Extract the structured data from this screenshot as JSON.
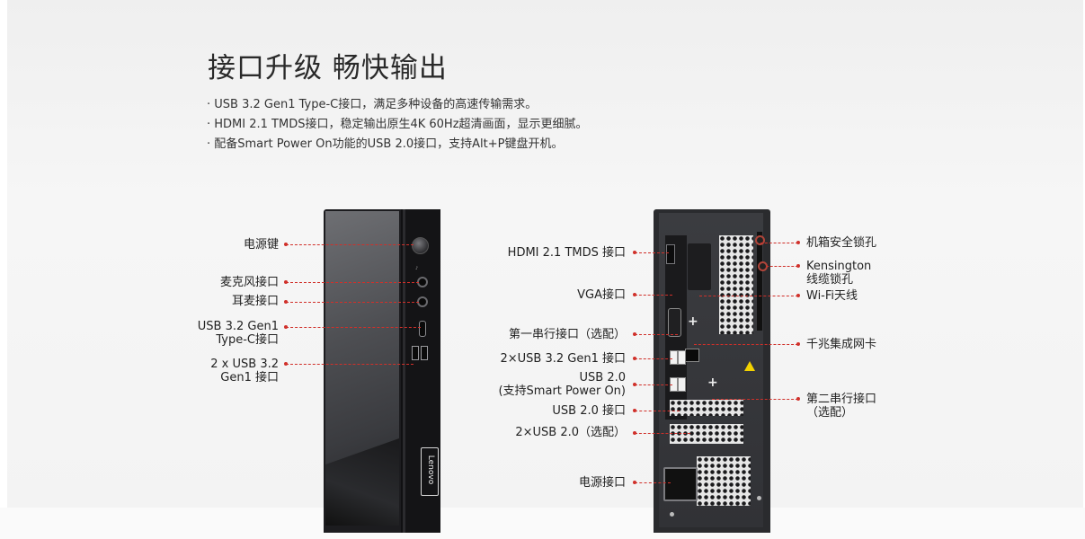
{
  "heading": "接口升级 畅快输出",
  "bullets": [
    "USB 3.2 Gen1 Type-C接口，满足多种设备的高速传输需求。",
    "HDMI 2.1 TMDS接口，稳定输出原生4K 60Hz超清画面，显示更细腻。",
    "配备Smart Power On功能的USB 2.0接口，支持Alt+P键盘开机。"
  ],
  "front_labels": {
    "power_button": "电源键",
    "mic_jack": "麦克风接口",
    "headphone_jack": "耳麦接口",
    "usbc": [
      "USB 3.2 Gen1",
      "Type-C接口"
    ],
    "usba": [
      "2 x USB 3.2",
      "Gen1 接口"
    ]
  },
  "rear_labels_left": {
    "hdmi": "HDMI 2.1 TMDS 接口",
    "vga": "VGA接口",
    "serial1": "第一串行接口（选配）",
    "usb32": "2×USB 3.2 Gen1 接口",
    "usb20_spo": [
      "USB 2.0",
      "(支持Smart Power On)"
    ],
    "usb20": "USB 2.0 接口",
    "usb20x2": "2×USB 2.0（选配）",
    "power_socket": "电源接口"
  },
  "rear_labels_right": {
    "chassis_lock": "机箱安全锁孔",
    "kensington": [
      "Kensington",
      "线缆锁孔"
    ],
    "wifi": "Wi-Fi天线",
    "lan": "千兆集成网卡",
    "serial2": [
      "第二串行接口",
      "（选配）"
    ]
  },
  "brand": "Lenovo",
  "colors": {
    "leader_line": "#d0302a",
    "warning": "#f3d200"
  }
}
